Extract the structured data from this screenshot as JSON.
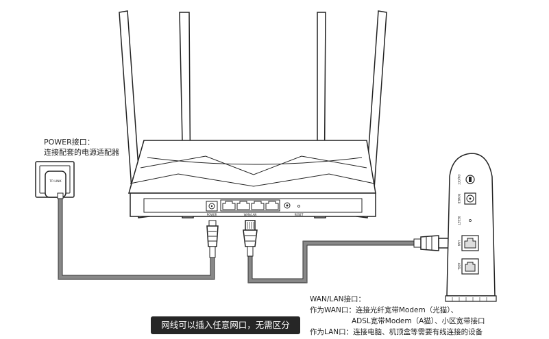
{
  "power_label": {
    "title": "POWER接口：",
    "description": "连接配套的电源适配器"
  },
  "router_ports": {
    "power": "POWER",
    "wan_lan": "WAN/LAN",
    "reset": "RESET"
  },
  "modem_ports": {
    "on_off": "ON/OFF",
    "power": "POWER",
    "reset": "RESET",
    "lan": "LAN",
    "adsl": "ADSL"
  },
  "adapter_brand": "TP-LINK",
  "wan_lan_label": {
    "title": "WAN/LAN接口：",
    "wan_prefix": "作为WAN口：",
    "wan_text_1": "连接光纤宽带Modem（光猫）、",
    "wan_text_2": "ADSL宽带Modem（A猫）、小区宽带接口",
    "lan_prefix": "作为LAN口：",
    "lan_text": "连接电脑、机顶盒等需要有线连接的设备"
  },
  "note": "网线可以插入任意网口，无需区分"
}
